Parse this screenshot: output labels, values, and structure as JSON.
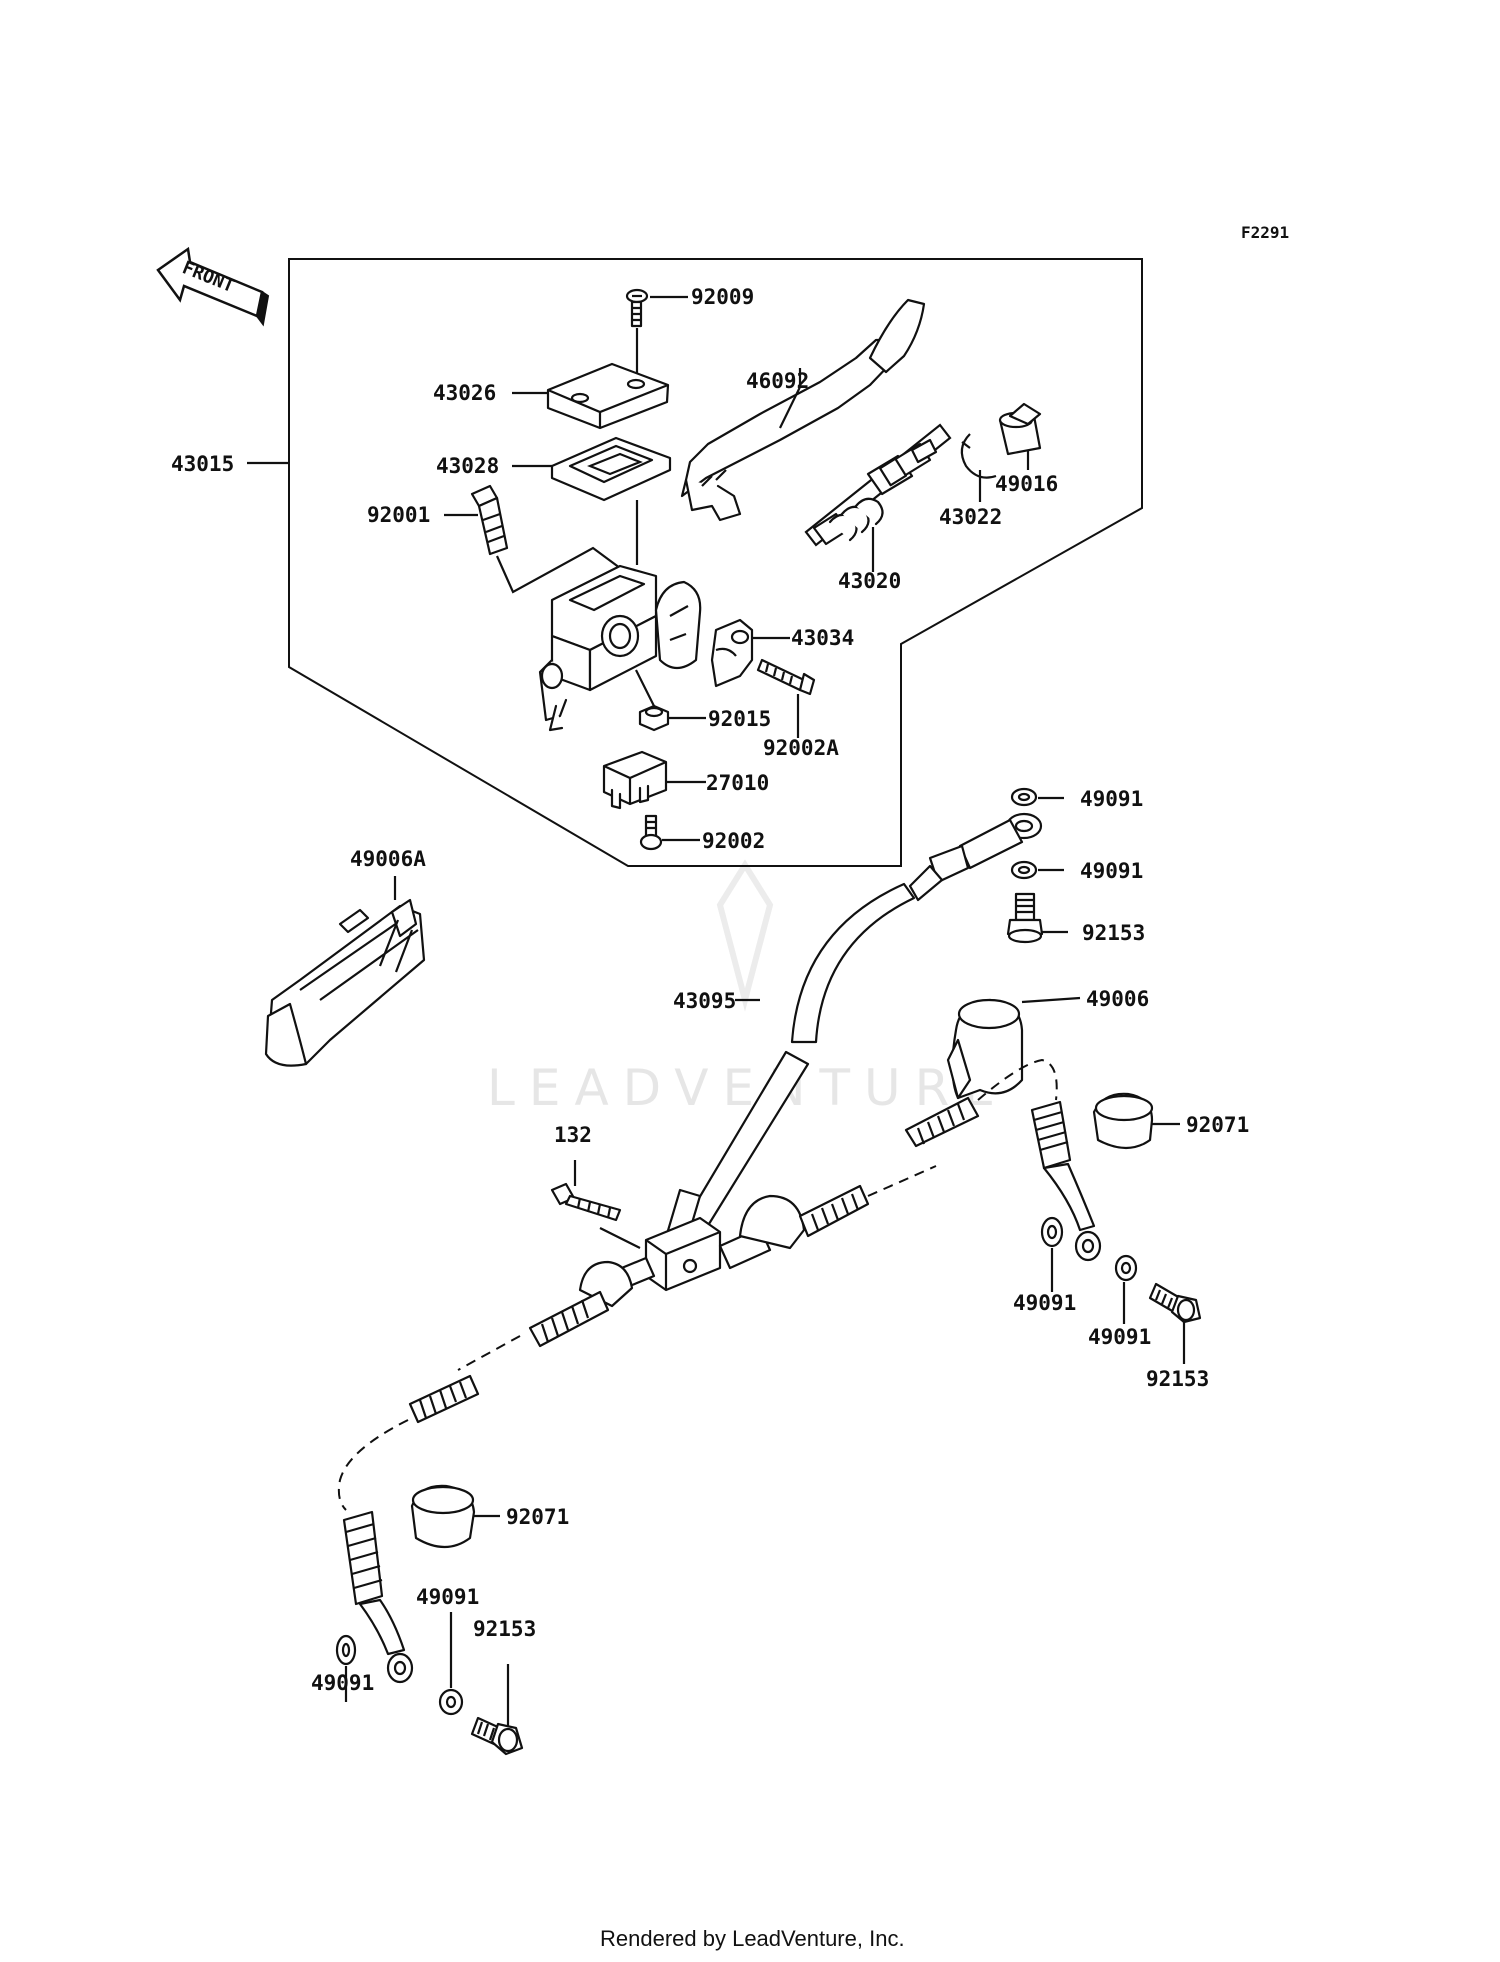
{
  "figure_id": "F2291",
  "front_label": "FRONT",
  "watermark": "LEADVENTURE",
  "footer": "Rendered by LeadVenture, Inc.",
  "labels": {
    "p92009": "92009",
    "p43026": "43026",
    "p46092": "46092",
    "p43015": "43015",
    "p43028": "43028",
    "p49016": "49016",
    "p92001": "92001",
    "p43022": "43022",
    "p43020": "43020",
    "p43034": "43034",
    "p92015": "92015",
    "p92002A": "92002A",
    "p27010": "27010",
    "p92002": "92002",
    "p49091_a": "49091",
    "p49006A": "49006A",
    "p49091_b": "49091",
    "p92153_a": "92153",
    "p43095": "43095",
    "p49006": "49006",
    "p92071_a": "92071",
    "p132": "132",
    "p49091_c": "49091",
    "p49091_d": "49091",
    "p92153_b": "92153",
    "p92071_b": "92071",
    "p49091_e": "49091",
    "p92153_c": "92153",
    "p49091_f": "49091"
  }
}
